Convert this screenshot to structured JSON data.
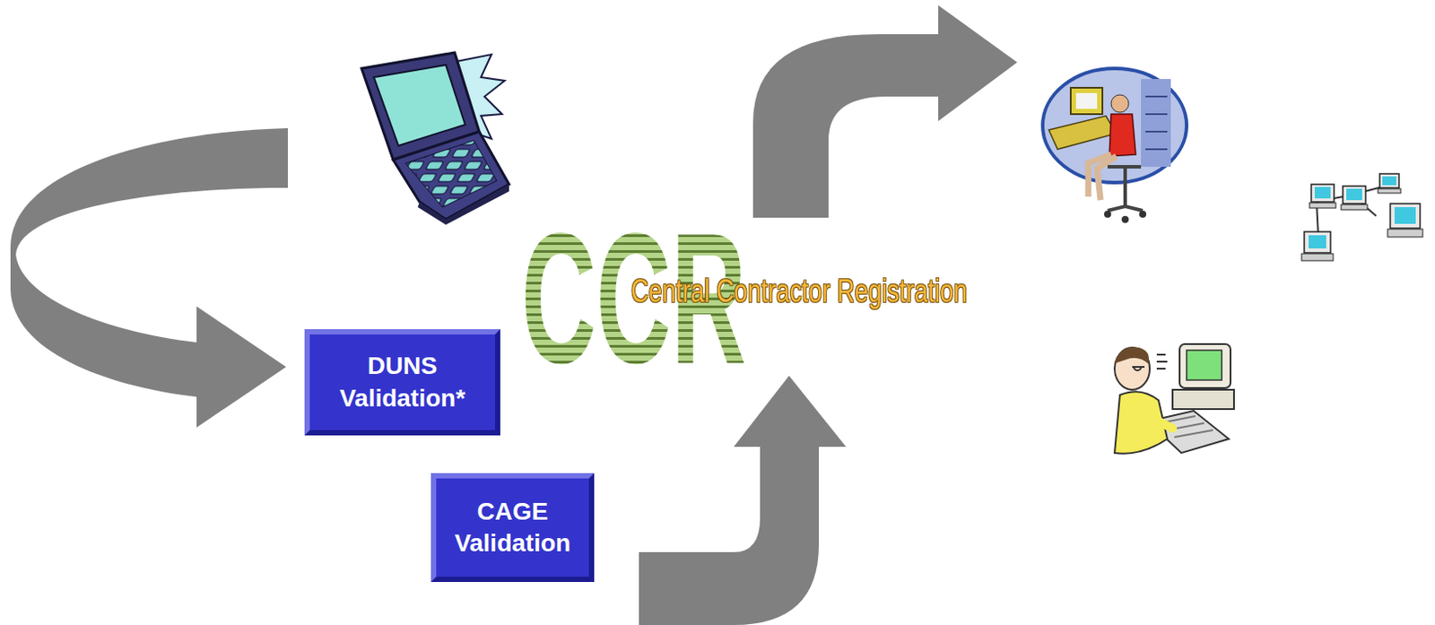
{
  "diagram": {
    "nodes": [
      {
        "text": [
          "DUNS Validation*"
        ]
      },
      {
        "text": [
          "CAGE Validation"
        ]
      }
    ],
    "labels": [
      "CCR",
      "Central Contractor Registration"
    ]
  }
}
